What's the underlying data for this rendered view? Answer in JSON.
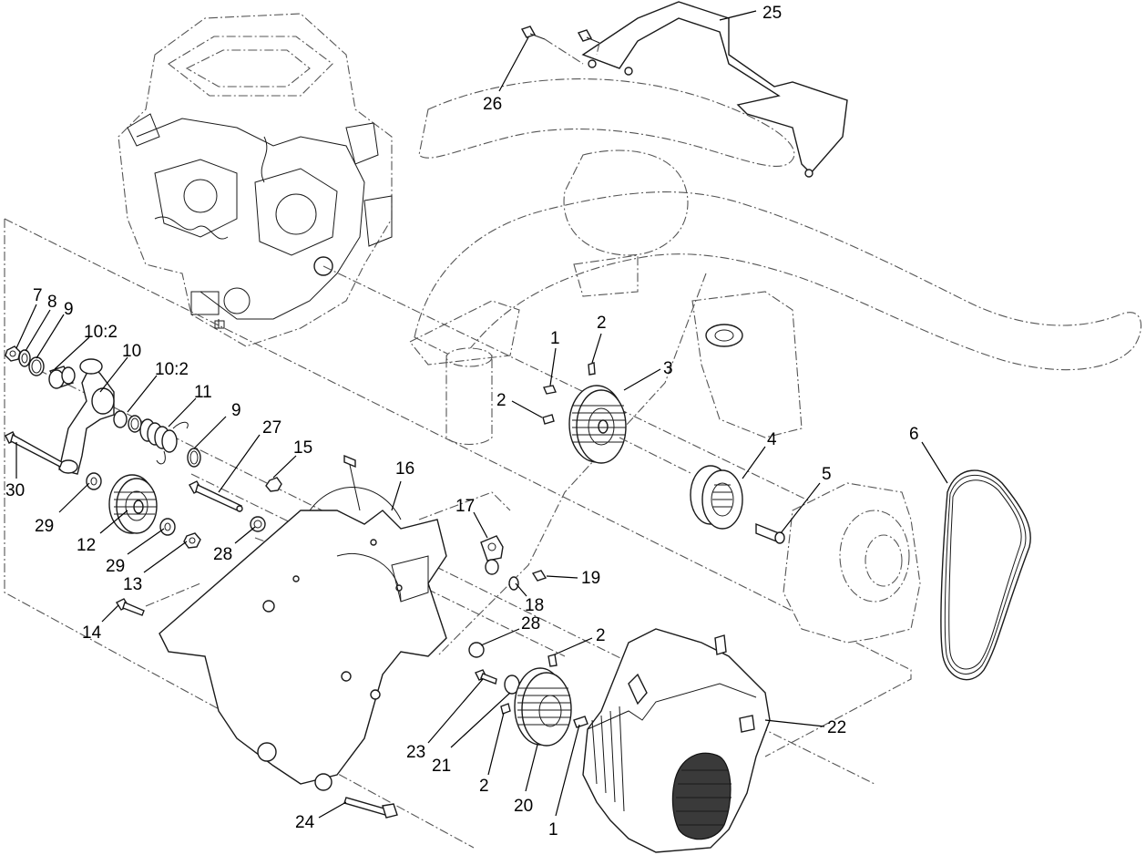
{
  "callouts": [
    {
      "id": "c25",
      "text": "25"
    },
    {
      "id": "c26",
      "text": "26"
    },
    {
      "id": "c7",
      "text": "7"
    },
    {
      "id": "c8",
      "text": "8"
    },
    {
      "id": "c9a",
      "text": "9"
    },
    {
      "id": "c10-2a",
      "text": "10:2"
    },
    {
      "id": "c10",
      "text": "10"
    },
    {
      "id": "c10-2b",
      "text": "10:2"
    },
    {
      "id": "c11",
      "text": "11"
    },
    {
      "id": "c9b",
      "text": "9"
    },
    {
      "id": "c27",
      "text": "27"
    },
    {
      "id": "c15",
      "text": "15"
    },
    {
      "id": "c16",
      "text": "16"
    },
    {
      "id": "c30",
      "text": "30"
    },
    {
      "id": "c29a",
      "text": "29"
    },
    {
      "id": "c12",
      "text": "12"
    },
    {
      "id": "c29b",
      "text": "29"
    },
    {
      "id": "c13",
      "text": "13"
    },
    {
      "id": "c28a",
      "text": "28"
    },
    {
      "id": "c14",
      "text": "14"
    },
    {
      "id": "c17",
      "text": "17"
    },
    {
      "id": "c19",
      "text": "19"
    },
    {
      "id": "c18",
      "text": "18"
    },
    {
      "id": "c28b",
      "text": "28"
    },
    {
      "id": "c1a",
      "text": "1"
    },
    {
      "id": "c2a",
      "text": "2"
    },
    {
      "id": "c3",
      "text": "3"
    },
    {
      "id": "c2b",
      "text": "2"
    },
    {
      "id": "c4",
      "text": "4"
    },
    {
      "id": "c5",
      "text": "5"
    },
    {
      "id": "c6",
      "text": "6"
    },
    {
      "id": "c2c",
      "text": "2"
    },
    {
      "id": "c22",
      "text": "22"
    },
    {
      "id": "c23",
      "text": "23"
    },
    {
      "id": "c21",
      "text": "21"
    },
    {
      "id": "c2d",
      "text": "2"
    },
    {
      "id": "c20",
      "text": "20"
    },
    {
      "id": "c1b",
      "text": "1"
    },
    {
      "id": "c24",
      "text": "24"
    }
  ]
}
